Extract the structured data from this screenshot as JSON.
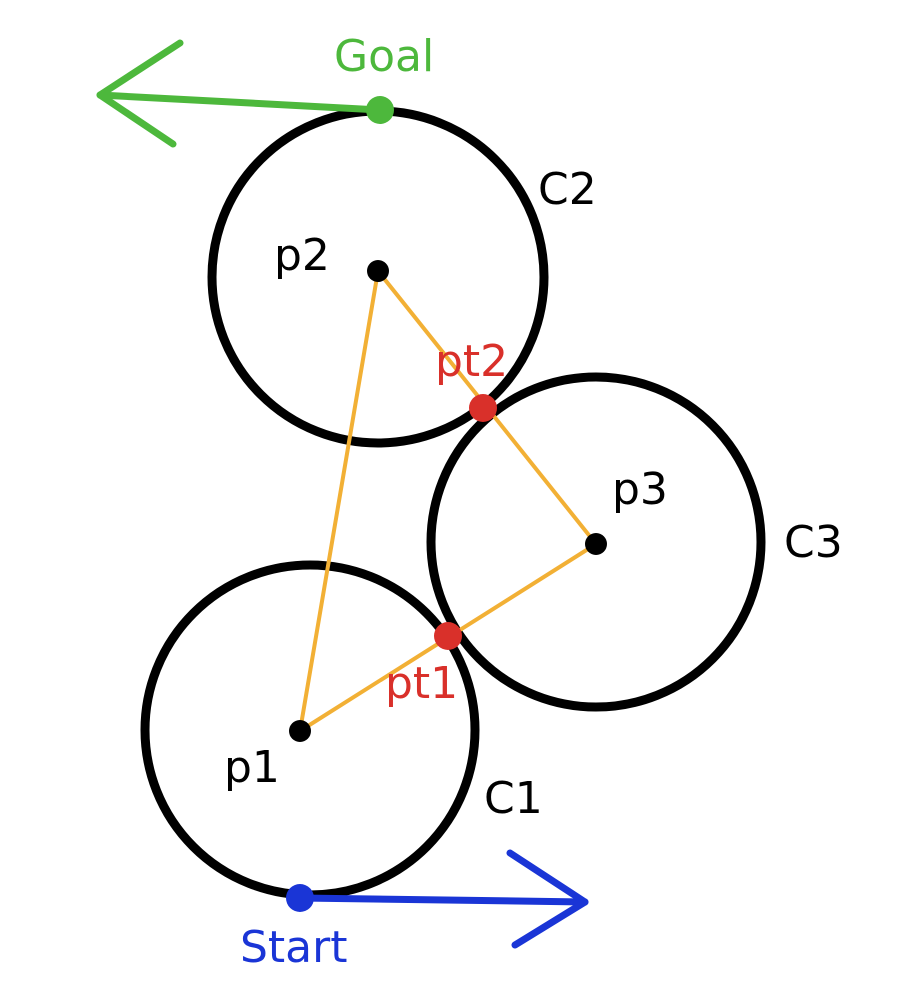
{
  "labels": {
    "goal": "Goal",
    "start": "Start",
    "c1": "C1",
    "c2": "C2",
    "c3": "C3",
    "p1": "p1",
    "p2": "p2",
    "p3": "p3",
    "pt1": "pt1",
    "pt2": "pt2"
  },
  "colors": {
    "goal": "#4db83c",
    "start": "#1a35d6",
    "tangent_point": "#d9302a",
    "triangle": "#f2b035",
    "circle": "#000000",
    "text": "#000000"
  }
}
